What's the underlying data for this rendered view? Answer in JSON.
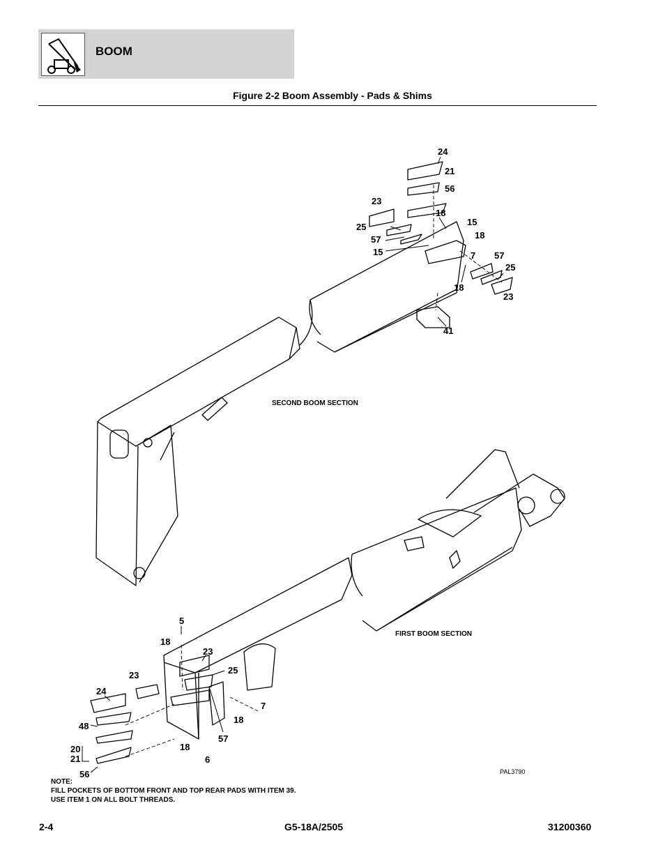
{
  "header": {
    "section_title": "BOOM",
    "logo_icon": "telehandler-icon"
  },
  "figure_title": "Figure 2-2 Boom Assembly - Pads & Shims",
  "section_labels": {
    "second": "SECOND BOOM SECTION",
    "first": "FIRST BOOM SECTION"
  },
  "drawing_id": "PAL3790",
  "callouts": {
    "c24a": "24",
    "c21a": "21",
    "c56a": "56",
    "c23a": "23",
    "c18a": "18",
    "c15a": "15",
    "c25a": "25",
    "c18b": "18",
    "c57a": "57",
    "c15b": "15",
    "c7a": "7",
    "c57b": "57",
    "c25b": "25",
    "c18c": "18",
    "c23b": "23",
    "c41": "41",
    "c5": "5",
    "c18d": "18",
    "c23c": "23",
    "c25c": "25",
    "c23d": "23",
    "c24b": "24",
    "c48": "48",
    "c7b": "7",
    "c18e": "18",
    "c57c": "57",
    "c20": "20",
    "c21b": "21",
    "c18f": "18",
    "c6": "6",
    "c56b": "56"
  },
  "note": {
    "heading": "NOTE:",
    "line1": "FILL POCKETS OF BOTTOM FRONT AND TOP REAR PADS WITH ITEM 39.",
    "line2": "USE ITEM 1 ON ALL BOLT THREADS."
  },
  "footer": {
    "page": "2-4",
    "model": "G5-18A/2505",
    "doc_number": "31200360"
  }
}
